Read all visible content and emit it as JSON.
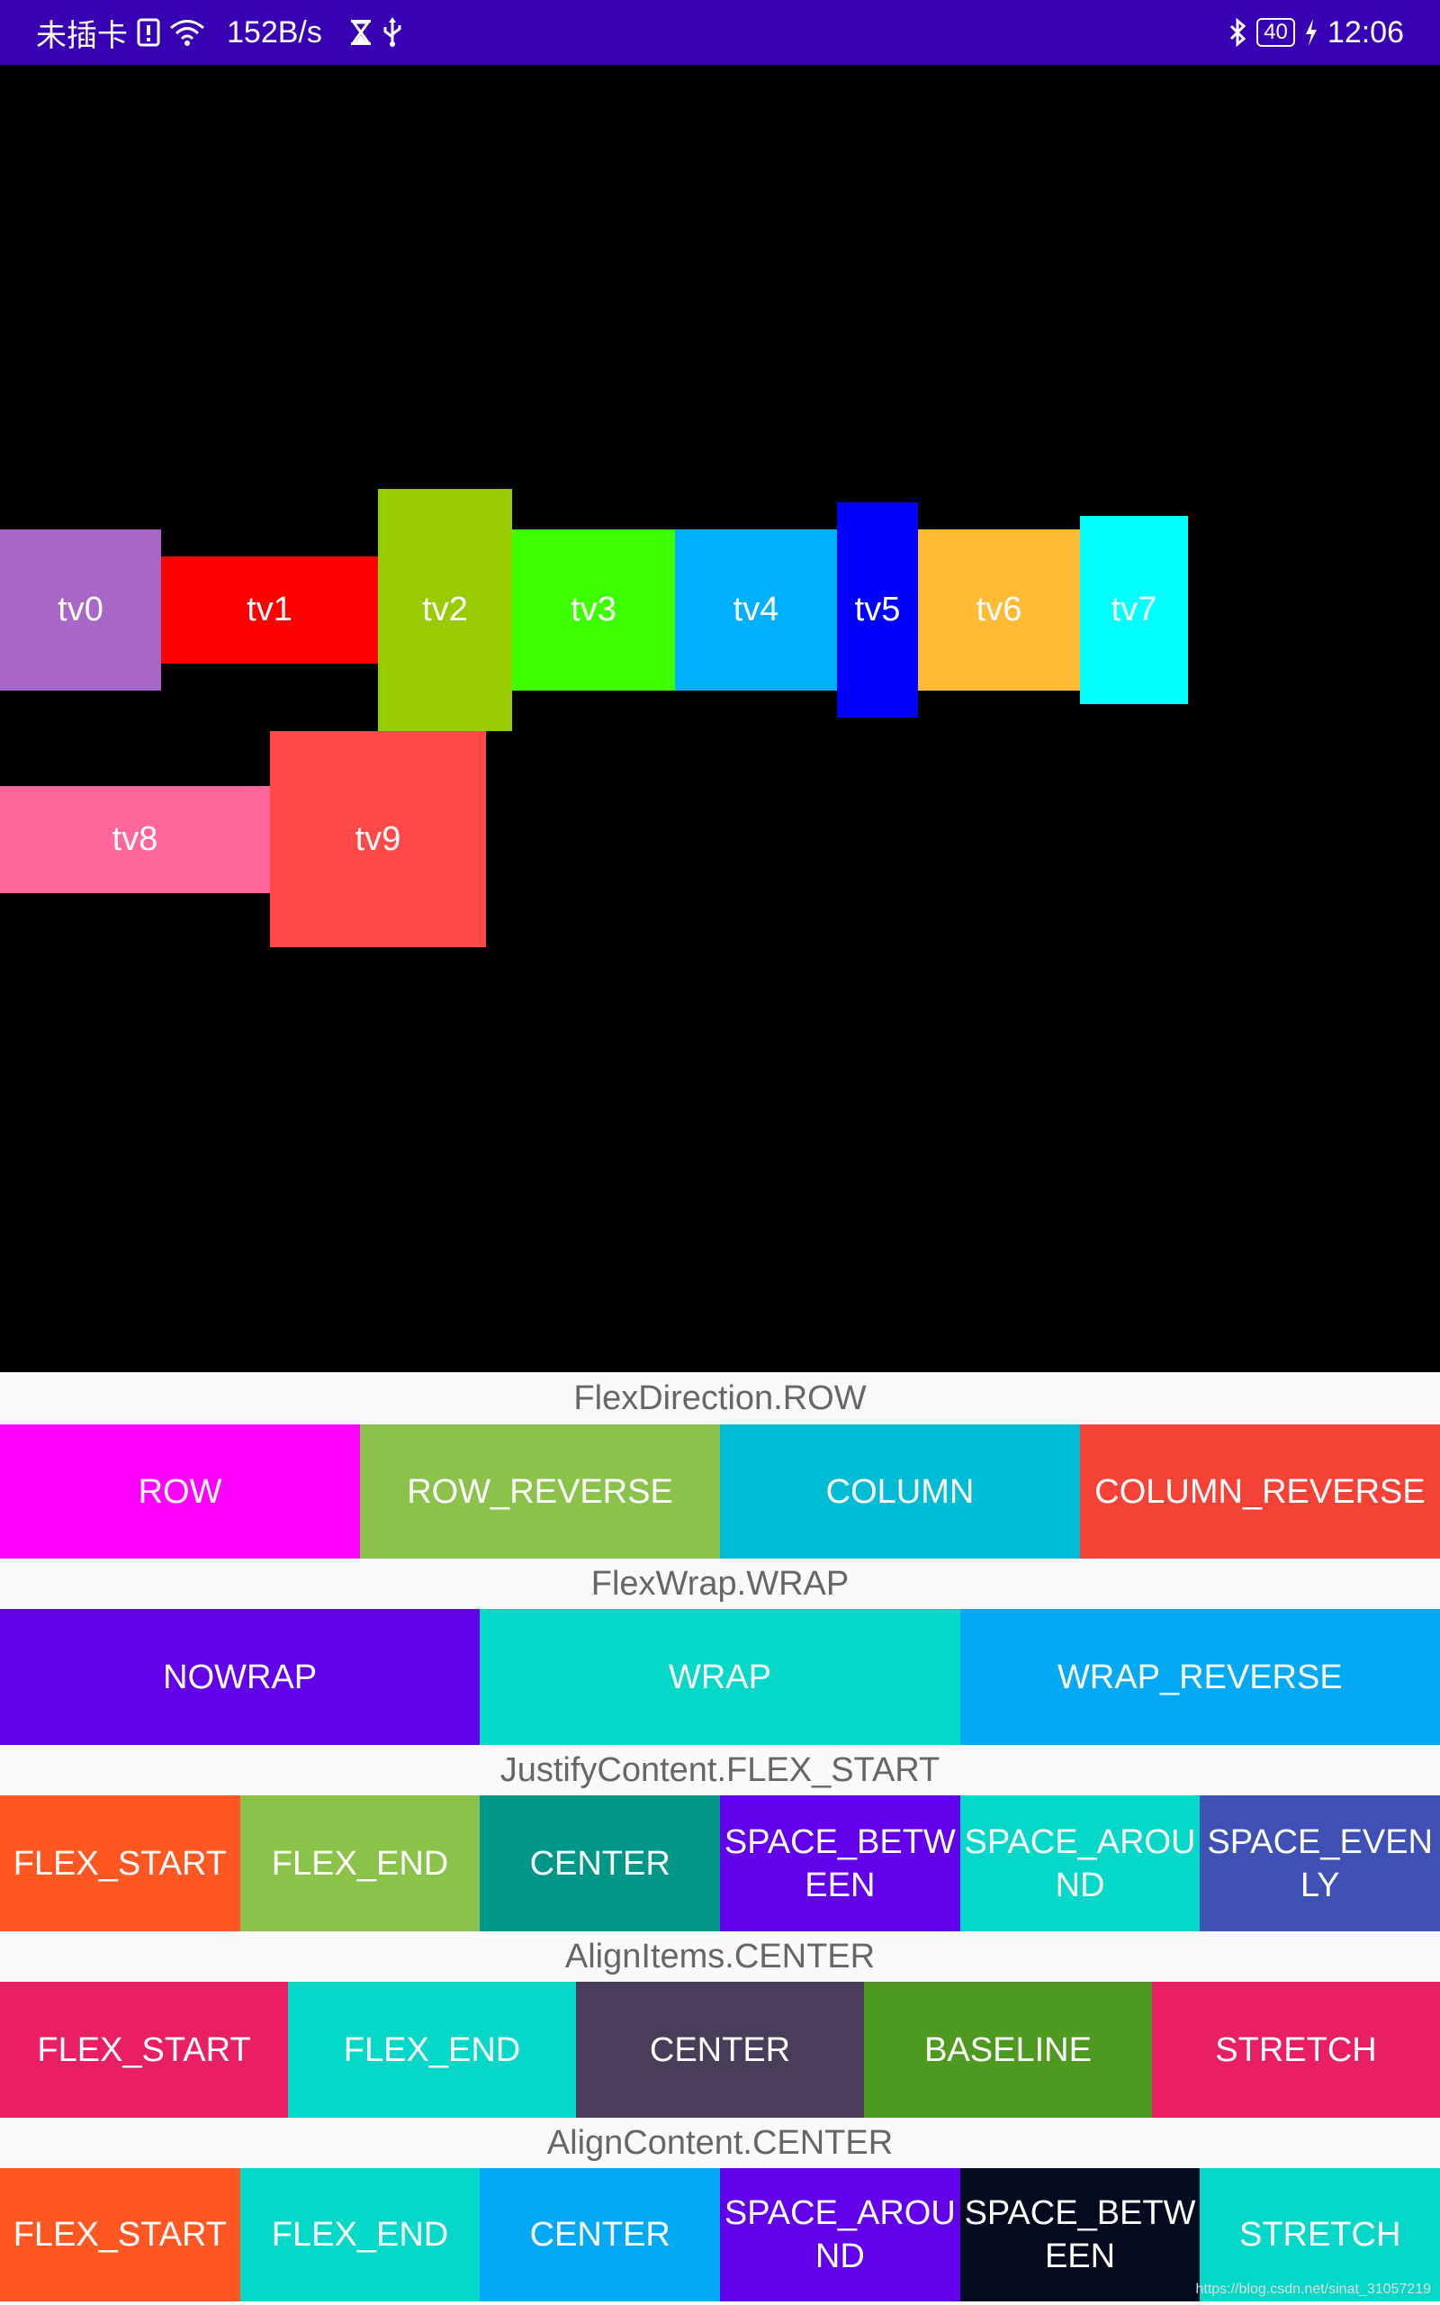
{
  "status_bar": {
    "carrier": "未插卡",
    "net_speed": "152B/s",
    "battery": "40",
    "time": "12:06",
    "icons": [
      "sim-alert-icon",
      "wifi-icon",
      "hourglass-icon",
      "usb-icon",
      "bluetooth-icon",
      "battery-icon",
      "charging-icon"
    ]
  },
  "boxes": [
    {
      "label": "tv0",
      "color": "#a866c8"
    },
    {
      "label": "tv1",
      "color": "#ff0000"
    },
    {
      "label": "tv2",
      "color": "#99cc00"
    },
    {
      "label": "tv3",
      "color": "#3dff00"
    },
    {
      "label": "tv4",
      "color": "#00b0ff"
    },
    {
      "label": "tv5",
      "color": "#0000ff"
    },
    {
      "label": "tv6",
      "color": "#ffbb33"
    },
    {
      "label": "tv7",
      "color": "#00ffff"
    },
    {
      "label": "tv8",
      "color": "#ff6699"
    },
    {
      "label": "tv9",
      "color": "#ff4848"
    }
  ],
  "sections": [
    {
      "label": "FlexDirection.ROW",
      "buttons": [
        {
          "label": "ROW",
          "color": "#ff00ff"
        },
        {
          "label": "ROW_REVERSE",
          "color": "#8bc34a"
        },
        {
          "label": "COLUMN",
          "color": "#00bcd4"
        },
        {
          "label": "COLUMN_REVERSE",
          "color": "#f44336"
        }
      ]
    },
    {
      "label": "FlexWrap.WRAP",
      "buttons": [
        {
          "label": "NOWRAP",
          "color": "#6200ea"
        },
        {
          "label": "WRAP",
          "color": "#05d8c8"
        },
        {
          "label": "WRAP_REVERSE",
          "color": "#03a9f4"
        }
      ]
    },
    {
      "label": "JustifyContent.FLEX_START",
      "buttons": [
        {
          "label": "FLEX_START",
          "color": "#ff5722"
        },
        {
          "label": "FLEX_END",
          "color": "#8bc34a"
        },
        {
          "label": "CENTER",
          "color": "#009688"
        },
        {
          "label": "SPACE_BETWEEN",
          "color": "#6200ea"
        },
        {
          "label": "SPACE_AROUND",
          "color": "#05d8c8"
        },
        {
          "label": "SPACE_EVENLY",
          "color": "#3f51b5"
        }
      ]
    },
    {
      "label": "AlignItems.CENTER",
      "buttons": [
        {
          "label": "FLEX_START",
          "color": "#e91e63"
        },
        {
          "label": "FLEX_END",
          "color": "#05d8c8"
        },
        {
          "label": "CENTER",
          "color": "#4a3d5a"
        },
        {
          "label": "BASELINE",
          "color": "#4e9a20"
        },
        {
          "label": "STRETCH",
          "color": "#e91e63"
        }
      ]
    },
    {
      "label": "AlignContent.CENTER",
      "buttons": [
        {
          "label": "FLEX_START",
          "color": "#ff5722"
        },
        {
          "label": "FLEX_END",
          "color": "#05d8c8"
        },
        {
          "label": "CENTER",
          "color": "#03a9f4"
        },
        {
          "label": "SPACE_AROUND",
          "color": "#6200ea"
        },
        {
          "label": "SPACE_BETWEEN",
          "color": "#050a1e"
        },
        {
          "label": "STRETCH",
          "color": "#05d8c8"
        }
      ]
    }
  ],
  "watermark": "https://blog.csdn.net/sinat_31057219"
}
